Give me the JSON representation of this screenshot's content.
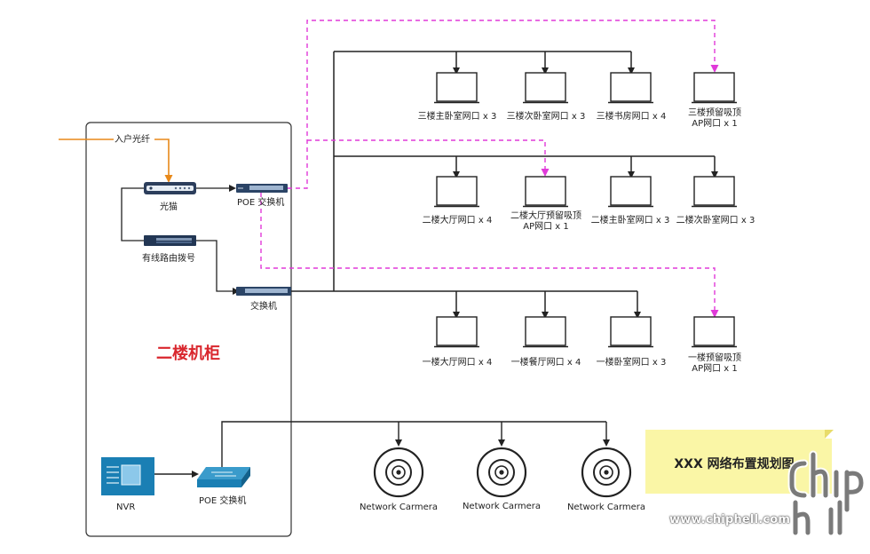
{
  "cabinet_title": "二楼机柜",
  "fiber_label": "入户光纤",
  "modem_label": "光猫",
  "router_label": "有线路由拨号",
  "poe_switch_label": "POE 交换机",
  "switch_label": "交换机",
  "nvr_label": "NVR",
  "poe_switch2_label": "POE 交换机",
  "third_floor": [
    {
      "lines": [
        "三楼主卧室网口 x 3"
      ]
    },
    {
      "lines": [
        "三楼次卧室网口 x 3"
      ]
    },
    {
      "lines": [
        "三楼书房网口 x 4"
      ]
    },
    {
      "lines": [
        "三楼预留吸顶",
        "AP网口 x 1"
      ]
    }
  ],
  "second_floor": [
    {
      "lines": [
        "二楼大厅网口 x 4"
      ]
    },
    {
      "lines": [
        "二楼大厅预留吸顶",
        "AP网口 x 1"
      ]
    },
    {
      "lines": [
        "二楼主卧室网口 x 3"
      ]
    },
    {
      "lines": [
        "二楼次卧室网口 x 3"
      ]
    }
  ],
  "first_floor": [
    {
      "lines": [
        "一楼大厅网口 x 4"
      ]
    },
    {
      "lines": [
        "一楼餐厅网口 x 4"
      ]
    },
    {
      "lines": [
        "一楼卧室网口 x 3"
      ]
    },
    {
      "lines": [
        "一楼预留吸顶",
        "AP网口 x 1"
      ]
    }
  ],
  "cameras": [
    "Network Carmera",
    "Network Carmera",
    "Network Carmera"
  ],
  "note_text": "XXX 网络布置规划图",
  "watermark_url": "www.chiphell.com",
  "watermark_logo": "chip hell",
  "colors": {
    "fiber": "#e8891a",
    "ap_link": "#e03ad9",
    "title_red": "#d9262d",
    "note_bg": "#faf6a6",
    "device_blue": "#1a7fb4"
  }
}
